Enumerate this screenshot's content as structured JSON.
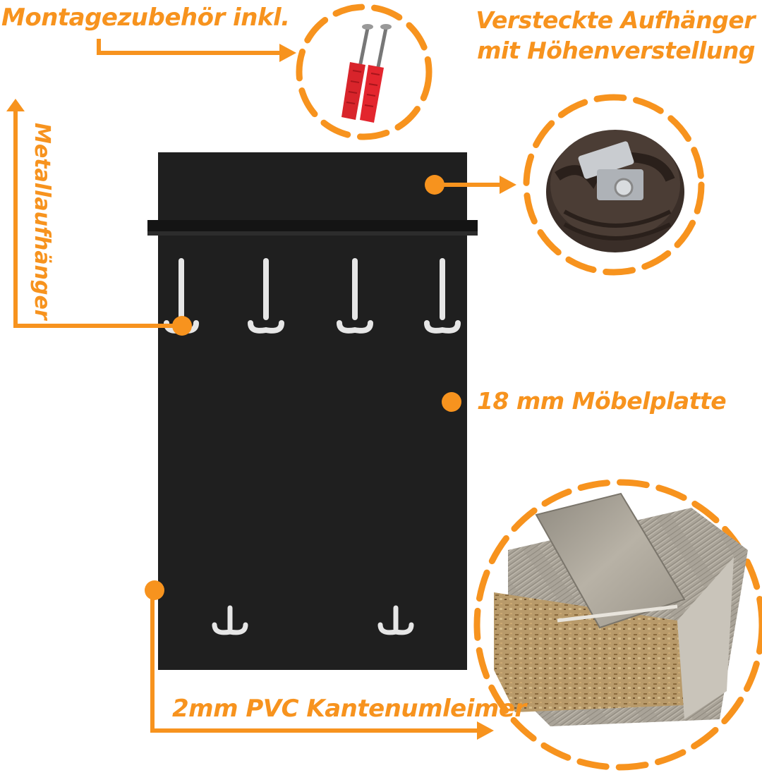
{
  "labels": {
    "montage": "Montagezubehör inkl.",
    "versteckt_line1": "Versteckte  Aufhänger",
    "versteckt_line2": "mit Höhenverstellung",
    "metall": "Metallaufhänger",
    "platte": "18 mm Möbelplatte",
    "kanten": "2mm PVC Kantenumleimer"
  },
  "colors": {
    "accent": "#f7931e",
    "panel": "#1f1f1f",
    "hook": "#e8e8e8"
  },
  "icons": {
    "screws": "screw-dowel-icon",
    "hanger": "hidden-hanger-icon",
    "edge": "pvc-edge-sample-icon"
  }
}
